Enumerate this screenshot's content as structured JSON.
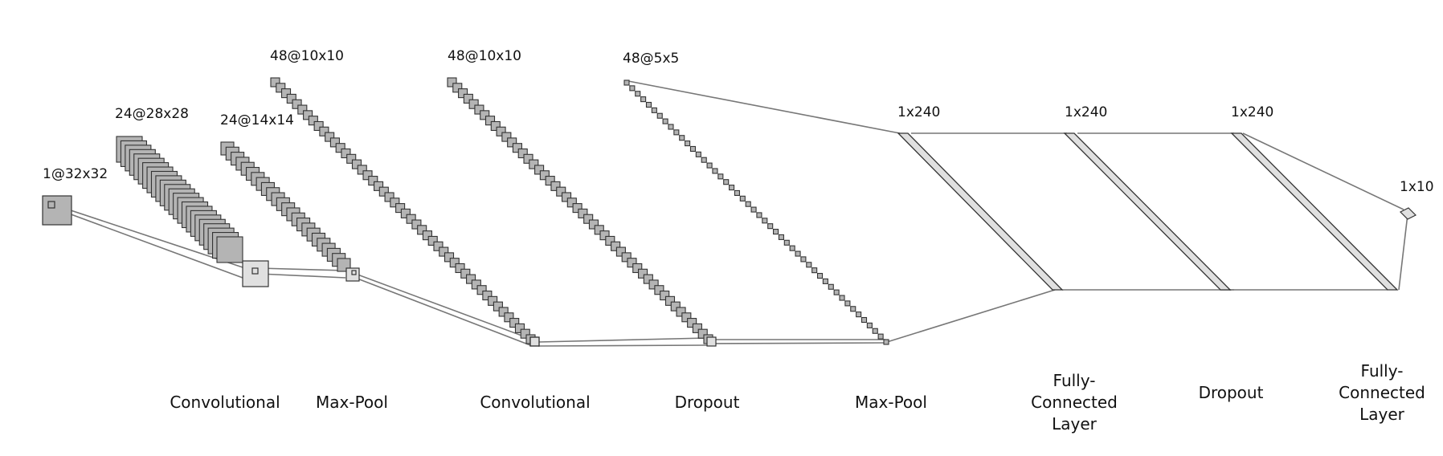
{
  "colors": {
    "dark_fill": "#b4b4b4",
    "light_fill": "#e0e0e0",
    "stroke": "#333333",
    "edge": "#777777",
    "text": "#111111"
  },
  "layers": [
    {
      "id": "input",
      "dim": "1@32x32"
    },
    {
      "id": "conv1",
      "dim": "24@28x28"
    },
    {
      "id": "pool1",
      "dim": "24@14x14"
    },
    {
      "id": "conv2",
      "dim": "48@10x10"
    },
    {
      "id": "dropout1",
      "dim": "48@10x10"
    },
    {
      "id": "pool2",
      "dim": "48@5x5"
    },
    {
      "id": "fc1",
      "dim": "1x240"
    },
    {
      "id": "dropout2",
      "dim": "1x240"
    },
    {
      "id": "fc2",
      "dim": "1x240"
    },
    {
      "id": "output",
      "dim": "1x10"
    }
  ],
  "operations": [
    {
      "id": "op-convolutional-1",
      "label": "Convolutional"
    },
    {
      "id": "op-max-pool-1",
      "label": "Max-Pool"
    },
    {
      "id": "op-convolutional-2",
      "label": "Convolutional"
    },
    {
      "id": "op-dropout-1",
      "label": "Dropout"
    },
    {
      "id": "op-max-pool-2",
      "label": "Max-Pool"
    },
    {
      "id": "op-fully-connected-1",
      "label": "Fully-\nConnected\nLayer"
    },
    {
      "id": "op-dropout-2",
      "label": "Dropout"
    },
    {
      "id": "op-fully-connected-2",
      "label": "Fully-\nConnected\nLayer"
    }
  ]
}
